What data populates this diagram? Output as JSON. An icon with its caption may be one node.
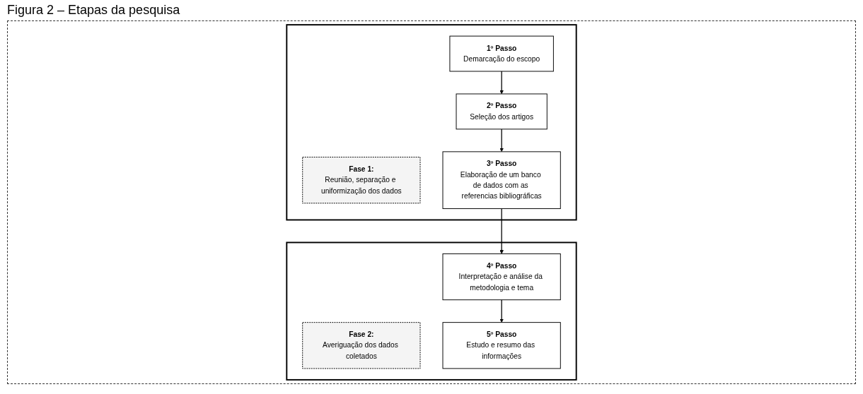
{
  "diagram": {
    "title": "Figura 2 – Etapas da pesquisa",
    "nodes": [
      {
        "text": [],
        "shape": "box"
      },
      {
        "text": [
          "Fase 1:",
          "Reunião, separação e uniformização dos dados"
        ],
        "in": 0
      },
      {
        "text": [
          "1º Passo",
          "Demarcação do escopo"
        ],
        "in": 0
      },
      {
        "text": [
          "2º Passo",
          "Seleção dos artigos"
        ],
        "in": 0
      },
      {
        "text": [
          "3º Passo",
          "Elaboração de um banco de dados com as referencias bibliográficas"
        ],
        "in": 0
      },
      {
        "text": [],
        "shape": "box"
      },
      {
        "text": [
          "Fase 2:",
          "Averiguação dos dados coletados"
        ],
        "in": 5
      },
      {
        "text": [
          "4º Passo",
          "Interpretação e análise da metodologia e tema"
        ],
        "in": 5
      },
      {
        "text": [
          "5º Passo",
          "Estudo e resumo das informações"
        ],
        "in": 5
      }
    ],
    "edges": [
      {
        "from": 2,
        "to": 3,
        "arrow": "to"
      },
      {
        "from": 3,
        "to": 4,
        "arrow": "to"
      },
      {
        "from": 4,
        "to": 7,
        "arrow": "to"
      },
      {
        "from": 7,
        "to": 8,
        "arrow": "to"
      }
    ]
  }
}
